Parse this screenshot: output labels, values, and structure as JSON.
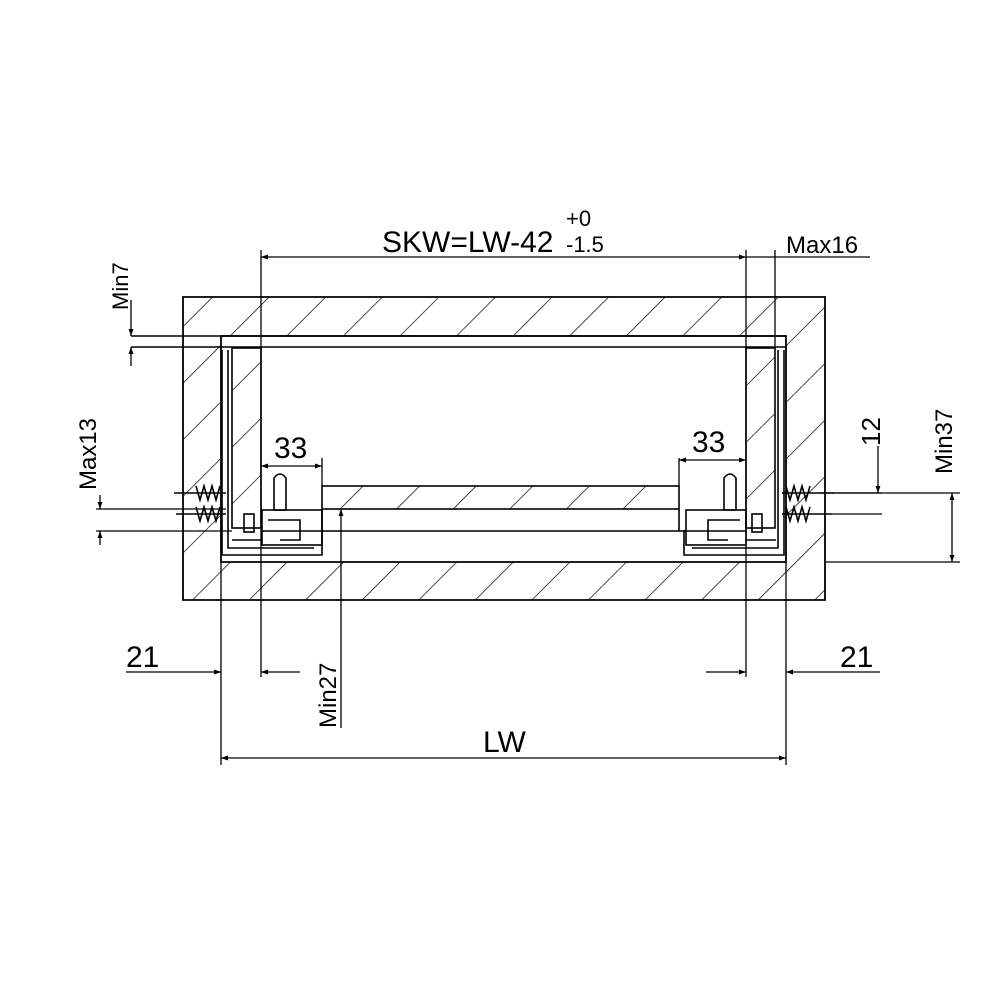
{
  "diagram": {
    "labels": {
      "skw_main": "SKW=LW-42",
      "skw_tol_upper": "+0",
      "skw_tol_lower": "-1.5",
      "max16": "Max16",
      "min7": "Min7",
      "max13": "Max13",
      "gap_left": "33",
      "gap_right": "33",
      "height_12": "12",
      "min37": "Min37",
      "side_left": "21",
      "side_right": "21",
      "min27": "Min27",
      "lw": "LW"
    },
    "colors": {
      "line": "#000000",
      "background": "#ffffff"
    }
  }
}
